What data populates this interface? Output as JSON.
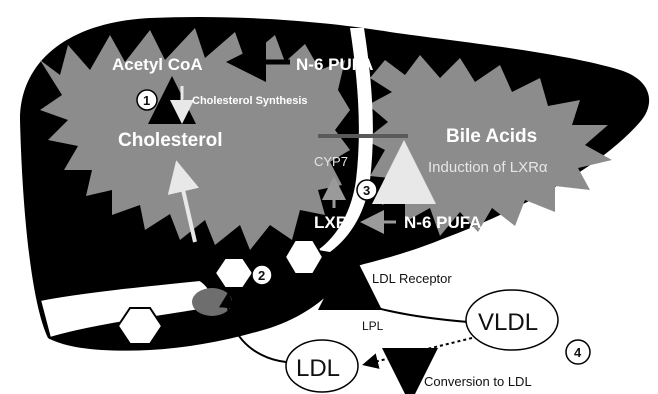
{
  "labels": {
    "acetyl_coa": "Acetyl CoA",
    "n6_pufa_top": "N-6 PUFA",
    "cholesterol_synthesis": "Cholesterol Synthesis",
    "cholesterol": "Cholesterol",
    "bile_acids": "Bile Acids",
    "induction_lxr": "Induction of LXRα",
    "cyp7": "CYP7",
    "lxr": "LXR",
    "n6_pufa_bottom": "N-6 PUFA",
    "ldl_receptor": "LDL Receptor",
    "vldl": "VLDL",
    "lpl": "LPL",
    "ldl": "LDL",
    "conversion_to_ldl": "Conversion to LDL"
  },
  "steps": [
    "1",
    "2",
    "3",
    "4"
  ],
  "colors": {
    "liver": "#000000",
    "lobe_fill": "#8c8c8c",
    "arrow_light": "#e8e8e8",
    "arrow_dark": "#000000",
    "background": "#ffffff"
  }
}
